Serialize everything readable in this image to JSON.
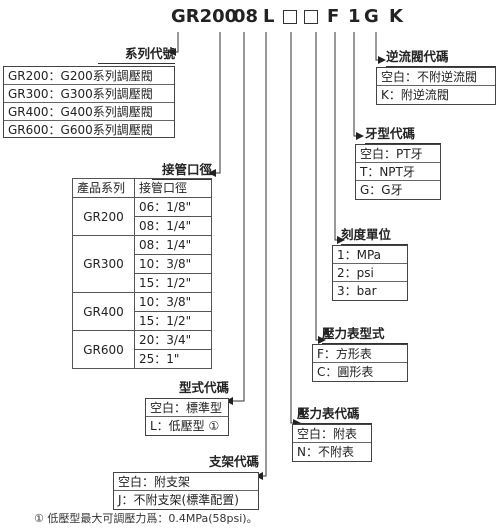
{
  "code": {
    "series": "GR200",
    "size": "08",
    "style": "L",
    "gauge_unit": "F",
    "gauge": "1",
    "thread": "G",
    "check": "K"
  },
  "series": {
    "title": "系列代號",
    "items": [
      "GR200：G200系列調壓閥",
      "GR300：G300系列調壓閥",
      "GR400：G400系列調壓閥",
      "GR600：G600系列調壓閥"
    ]
  },
  "port_size": {
    "title": "接管口徑",
    "headers": [
      "產品系列",
      "接管口徑"
    ],
    "groups": [
      {
        "series": "GR200",
        "sizes": [
          "06：1/8\"",
          "08：1/4\""
        ]
      },
      {
        "series": "GR300",
        "sizes": [
          "08：1/4\"",
          "10：3/8\"",
          "15：1/2\""
        ]
      },
      {
        "series": "GR400",
        "sizes": [
          "10：3/8\"",
          "15：1/2\""
        ]
      },
      {
        "series": "GR600",
        "sizes": [
          "20：3/4\"",
          "25：1\""
        ]
      }
    ]
  },
  "style": {
    "title": "型式代碼",
    "items": [
      "空白：標準型",
      "L：低壓型 ①"
    ]
  },
  "bracket": {
    "title": "支架代碼",
    "items": [
      "空白：附支架",
      "J：不附支架(標準配置)"
    ]
  },
  "gauge": {
    "title": "壓力表代碼",
    "items": [
      "空白：附表",
      "N：不附表"
    ]
  },
  "gauge_type": {
    "title": "壓力表型式",
    "items": [
      "F：方形表",
      "C：圓形表"
    ]
  },
  "scale_unit": {
    "title": "刻度單位",
    "items": [
      "1：MPa",
      "2：psi",
      "3：bar"
    ]
  },
  "thread": {
    "title": "牙型代碼",
    "items": [
      "空白：PT牙",
      "T：NPT牙",
      "G：G牙"
    ]
  },
  "check_valve": {
    "title": "逆流閥代碼",
    "items": [
      "空白：不附逆流閥",
      "K：附逆流閥"
    ]
  },
  "footnote": "① 低壓型最大可調壓力爲：0.4MPa(58psi)。"
}
